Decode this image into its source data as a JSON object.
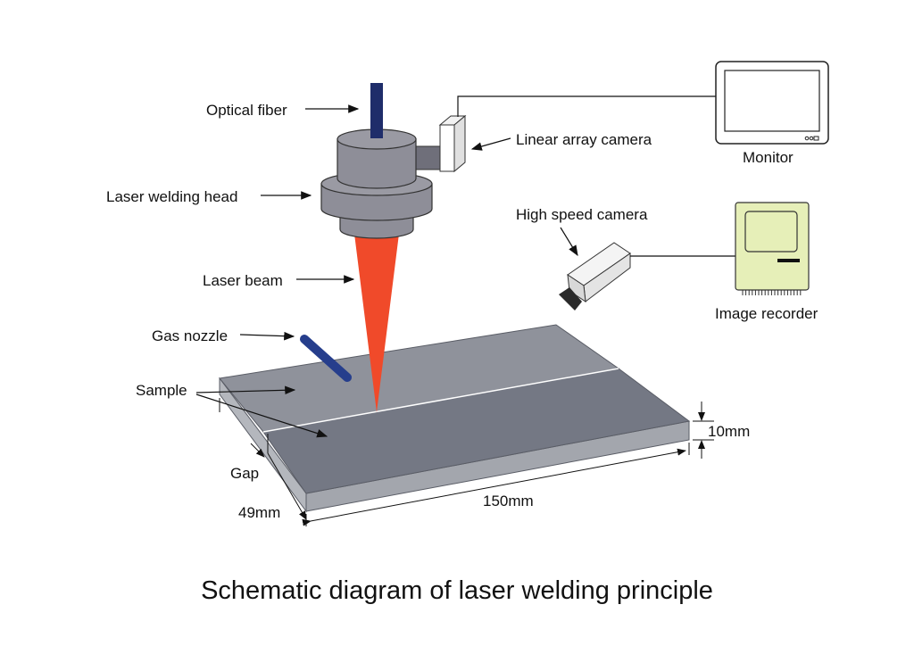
{
  "title": "Schematic diagram of laser welding principle",
  "labels": {
    "optical_fiber": "Optical fiber",
    "laser_welding_head": "Laser welding head",
    "laser_beam": "Laser beam",
    "gas_nozzle": "Gas nozzle",
    "sample": "Sample",
    "linear_array_camera": "Linear array camera",
    "monitor": "Monitor",
    "high_speed_camera": "High speed camera",
    "image_recorder": "Image recorder",
    "gap": "Gap"
  },
  "dimensions": {
    "thickness": "10mm",
    "length": "150mm",
    "width": "49mm"
  },
  "colors": {
    "fiber": "#1f2d6a",
    "head": "#8e8e98",
    "head_dark": "#6f6f7a",
    "beam": "#f04a2a",
    "nozzle": "#263e8c",
    "plate_light": "#8f929b",
    "plate_dark": "#747884",
    "plate_edge": "#a3a6ad",
    "recorder": "#e6efb8"
  }
}
